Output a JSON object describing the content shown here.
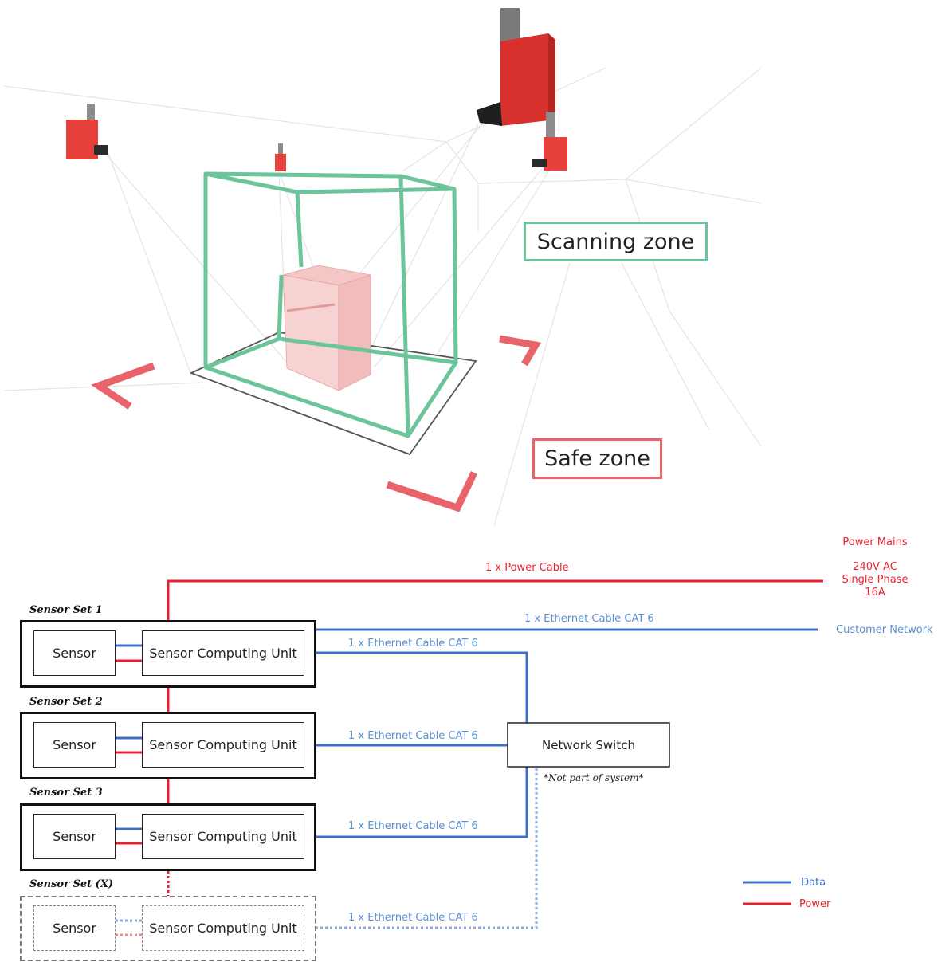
{
  "illustration": {
    "scanning_zone_label": "Scanning zone",
    "safe_zone_label": "Safe zone",
    "colors": {
      "scanning_zone": "#6cc49a",
      "safe_zone": "#e8636a",
      "sensor_body": "#e8413c"
    }
  },
  "diagram": {
    "sensor_sets": [
      {
        "title": "Sensor Set 1",
        "sensor": "Sensor",
        "computing_unit": "Sensor Computing Unit",
        "ethernet_label": "1 x Ethernet Cable CAT 6"
      },
      {
        "title": "Sensor Set 2",
        "sensor": "Sensor",
        "computing_unit": "Sensor Computing Unit",
        "ethernet_label": "1 x Ethernet Cable CAT 6"
      },
      {
        "title": "Sensor Set 3",
        "sensor": "Sensor",
        "computing_unit": "Sensor Computing Unit",
        "ethernet_label": "1 x Ethernet Cable CAT 6"
      },
      {
        "title": "Sensor Set (X)",
        "sensor": "Sensor",
        "computing_unit": "Sensor Computing Unit",
        "ethernet_label": "1 x Ethernet Cable CAT 6"
      }
    ],
    "power_cable_label": "1 x Power Cable",
    "power_mains": {
      "title": "Power Mains",
      "line1": "240V AC",
      "line2": "Single Phase",
      "line3": "16A"
    },
    "customer_network": {
      "label": "Customer Network",
      "cable_label": "1 x Ethernet Cable CAT 6"
    },
    "network_switch": {
      "label": "Network Switch",
      "note": "*Not part of system*"
    },
    "legend": [
      {
        "label": "Data",
        "color": "#3f6fc4"
      },
      {
        "label": "Power",
        "color": "#e4232e"
      }
    ]
  }
}
